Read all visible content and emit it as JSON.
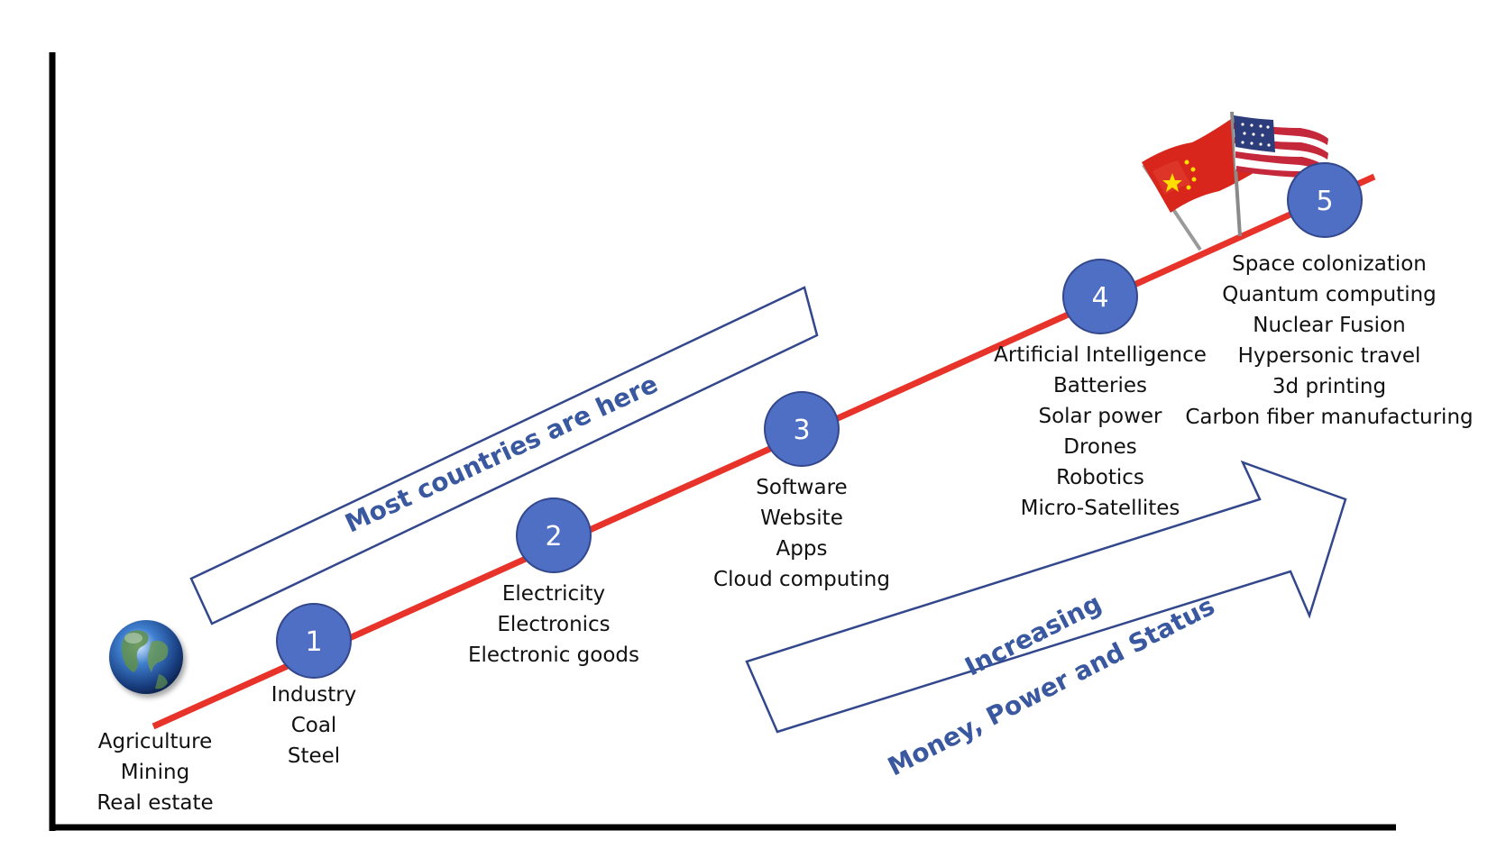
{
  "banner": {
    "text": "Most countries are here"
  },
  "arrow": {
    "line1": "Increasing",
    "line2": "Money, Power and Status"
  },
  "stages": [
    {
      "number": "",
      "items": [
        "Agriculture",
        "Mining",
        "Real estate"
      ],
      "icon": "globe-icon"
    },
    {
      "number": "1",
      "items": [
        "Industry",
        "Coal",
        "Steel"
      ]
    },
    {
      "number": "2",
      "items": [
        "Electricity",
        "Electronics",
        "Electronic goods"
      ]
    },
    {
      "number": "3",
      "items": [
        "Software",
        "Website",
        "Apps",
        "Cloud computing"
      ]
    },
    {
      "number": "4",
      "items": [
        "Artificial Intelligence",
        "Batteries",
        "Solar power",
        "Drones",
        "Robotics",
        "Micro-Satellites"
      ]
    },
    {
      "number": "5",
      "items": [
        "Space colonization",
        "Quantum computing",
        "Nuclear Fusion",
        "Hypersonic travel",
        "3d printing",
        "Carbon fiber manufacturing"
      ],
      "icons": [
        "china-flag-icon",
        "usa-flag-icon"
      ]
    }
  ],
  "colors": {
    "path_line": "#e8332a",
    "stage_circle": "#4f6fc4",
    "stage_circle_border": "#33478c",
    "banner_text": "#3a58a0",
    "axis": "#000000"
  }
}
